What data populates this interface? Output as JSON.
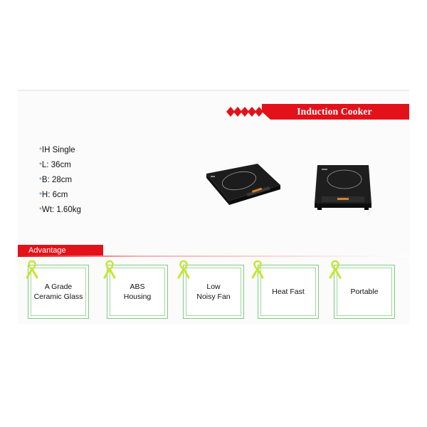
{
  "banner": {
    "title": "Induction Cooker"
  },
  "specs": [
    {
      "star": "*",
      "text": "IH Single"
    },
    {
      "star": "*",
      "text": "L: 36cm"
    },
    {
      "star": "*",
      "text": "B: 28cm"
    },
    {
      "star": "*",
      "text": "H: 6cm"
    },
    {
      "star": "*",
      "text": "Wt: 1.60kg"
    }
  ],
  "advantage": {
    "label": "Advantage",
    "items": [
      {
        "line1": "A Grade",
        "line2": "Ceramic Glass"
      },
      {
        "line1": "ABS",
        "line2": "Housing"
      },
      {
        "line1": "Low",
        "line2": "Noisy Fan"
      },
      {
        "line1": "Heat Fast",
        "line2": ""
      },
      {
        "line1": "Portable",
        "line2": ""
      }
    ]
  },
  "colors": {
    "accent_red": "#e3121a",
    "card_border_green": "#7fc97f",
    "ribbon_green": "#c6e62e",
    "star_blue": "#2a8fd0"
  },
  "icons": [
    "ribbon-icon",
    "induction-cooker-image"
  ]
}
